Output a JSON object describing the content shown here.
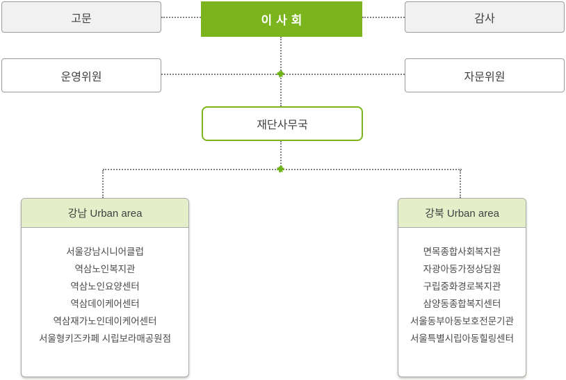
{
  "chart": {
    "type": "org-chart",
    "nodes": {
      "advisor": {
        "label": "고문"
      },
      "board": {
        "label": "이사회"
      },
      "auditor": {
        "label": "감사"
      },
      "steering_committee": {
        "label": "운영위원"
      },
      "advisory_committee": {
        "label": "자문위원"
      },
      "secretariat": {
        "label": "재단사무국"
      }
    },
    "regions": [
      {
        "title": "강남 Urban area",
        "items": [
          "서울강남시니어클럽",
          "역삼노인복지관",
          "역삼노인요양센터",
          "역삼데이케어센터",
          "역삼재가노인데이케어센터",
          "서울형키즈카페 시립보라매공원점"
        ]
      },
      {
        "title": "강북 Urban area",
        "items": [
          "면목종합사회복지관",
          "자광아동가정상담원",
          "구립중화경로복지관",
          "삼양동종합복지센터",
          "서울동부아동보호전문기관",
          "서울특별시립아동힐링센터"
        ]
      }
    ],
    "icons": {
      "junction": "puzzle-connector-icon"
    },
    "colors": {
      "accent_green": "#7cb41d",
      "connector_green": "#6fb31a",
      "region_header_green": "#e4efca",
      "gray_box_fill": "#f1f1f1",
      "box_border_gray": "#999999",
      "dotted_line_gray": "#7f7f7f",
      "text_dark": "#3f3f3f"
    }
  }
}
